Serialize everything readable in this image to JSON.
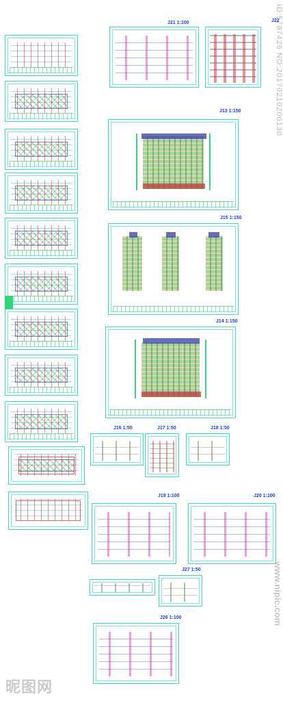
{
  "sheets": {
    "j21": "J21  1:100",
    "j22": "J22",
    "j13": "J13  1:150",
    "j15": "J15  1:150",
    "j14": "J14  1:150",
    "j16": "J16  1:50",
    "j17": "J17  1:50",
    "j18": "J18  1:50",
    "j19": "J19  1:100",
    "j20": "J20  1:100",
    "j27": "J27  1:50",
    "j26": "J26  1:100"
  },
  "watermark": {
    "id_text": "ID:5787426 NO:20170210200130",
    "site_text": "www.nipic.com",
    "logo_text": "昵图网"
  },
  "colors": {
    "frame": "#3ad6c8",
    "label": "#1c3fd6",
    "accent_green": "#32d37a"
  }
}
